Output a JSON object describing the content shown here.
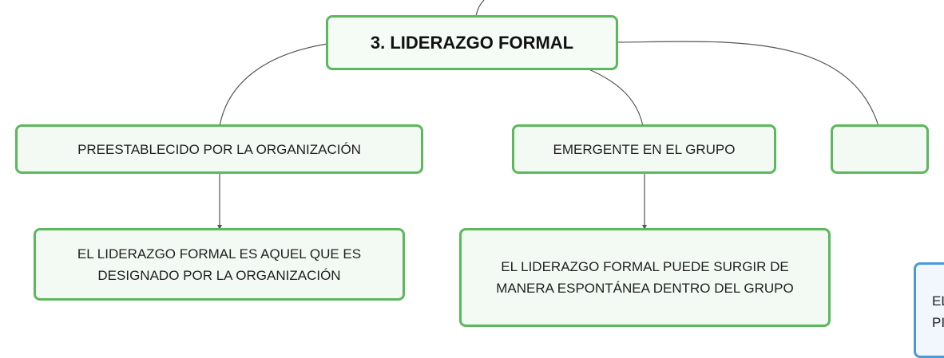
{
  "root": {
    "label": "3. LIDERAZGO FORMAL"
  },
  "branches": [
    {
      "label": "PREESTABLECIDO POR LA ORGANIZACIÓN",
      "child": "EL LIDERAZGO FORMAL ES AQUEL QUE ES\nDESIGNADO POR LA ORGANIZACIÓN"
    },
    {
      "label": "EMERGENTE EN EL GRUPO",
      "child": "EL LIDERAZGO FORMAL PUEDE SURGIR DE\nMANERA ESPONTÁNEA DENTRO DEL GRUPO"
    },
    {
      "label": ""
    }
  ],
  "partial_node": {
    "text": "EL\nPI"
  },
  "colors": {
    "node_border": "#5cb85c",
    "node_fill": "#f3faf3",
    "connector": "#555555",
    "partial_border": "#4a9ad8"
  }
}
